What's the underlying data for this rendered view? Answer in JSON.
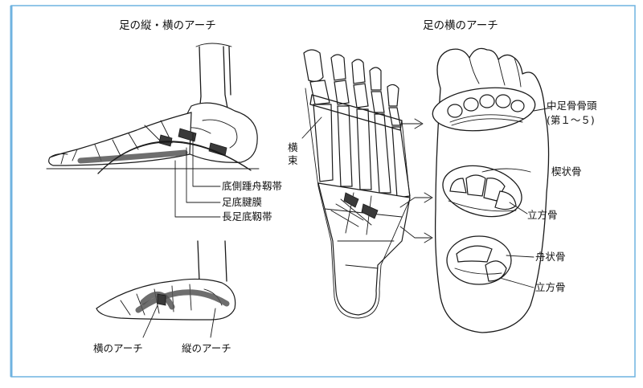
{
  "titles": {
    "left": "足の縦・横のアーチ",
    "right": "足の横のアーチ"
  },
  "labels": {
    "plantar_calcaneonavicular": "底側踵舟靱帯",
    "plantar_aponeurosis": "足底腱膜",
    "long_plantar": "長足底靱帯",
    "transverse_arch": "横のアーチ",
    "longitudinal_arch": "縦のアーチ",
    "transverse_bundle_1": "横",
    "transverse_bundle_2": "束",
    "metatarsal_heads_1": "中足骨骨頭",
    "metatarsal_heads_2": "(第１～５)",
    "cuneiform": "楔状骨",
    "cuboid_1": "立方骨",
    "navicular": "舟状骨",
    "cuboid_2": "立方骨"
  },
  "colors": {
    "frame_border": "#6fb3e0",
    "ink": "#1a1a1a"
  }
}
